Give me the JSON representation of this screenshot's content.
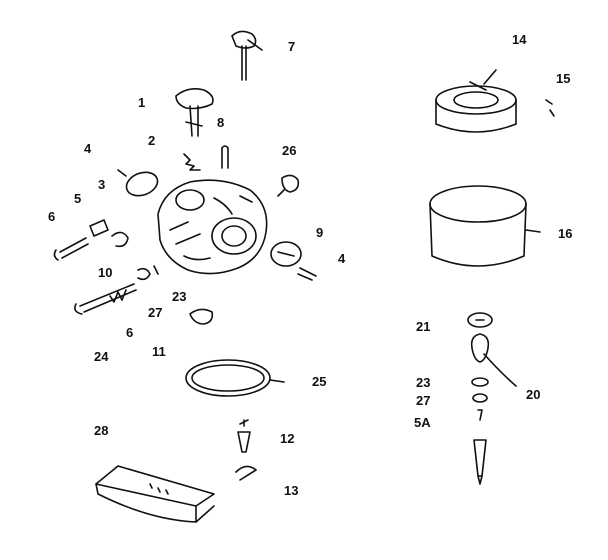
{
  "diagram": {
    "part_numbers": {
      "p7": "7",
      "p1": "1",
      "p8": "8",
      "p2": "2",
      "p4a": "4",
      "p3": "3",
      "p26": "26",
      "p5": "5",
      "p6a": "6",
      "p9": "9",
      "p4b": "4",
      "p10": "10",
      "p23a": "23",
      "p27a": "27",
      "p6b": "6",
      "p24": "24",
      "p11": "11",
      "p25": "25",
      "p28": "28",
      "p12": "12",
      "p13": "13",
      "p14": "14",
      "p15": "15",
      "p16": "16",
      "p21": "21",
      "p20": "20",
      "p23b": "23",
      "p27b": "27",
      "p5a": "5A"
    }
  }
}
